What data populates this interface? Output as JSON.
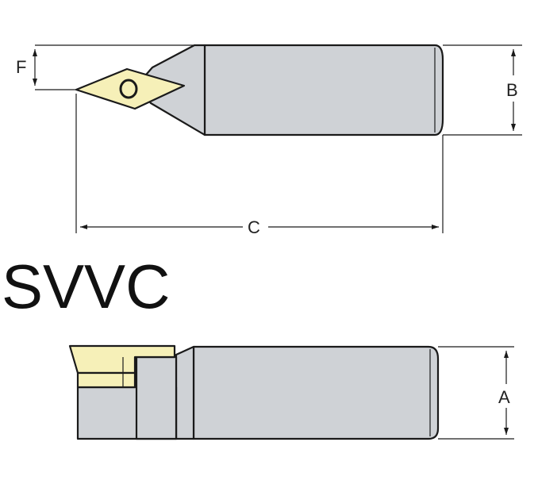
{
  "title": "SVVC",
  "dimensions": {
    "f": "F",
    "b": "B",
    "c": "C",
    "a": "A"
  },
  "colors": {
    "body": "#cfd2d6",
    "insert": "#f6f0b8",
    "outline": "#1a1a1a"
  }
}
